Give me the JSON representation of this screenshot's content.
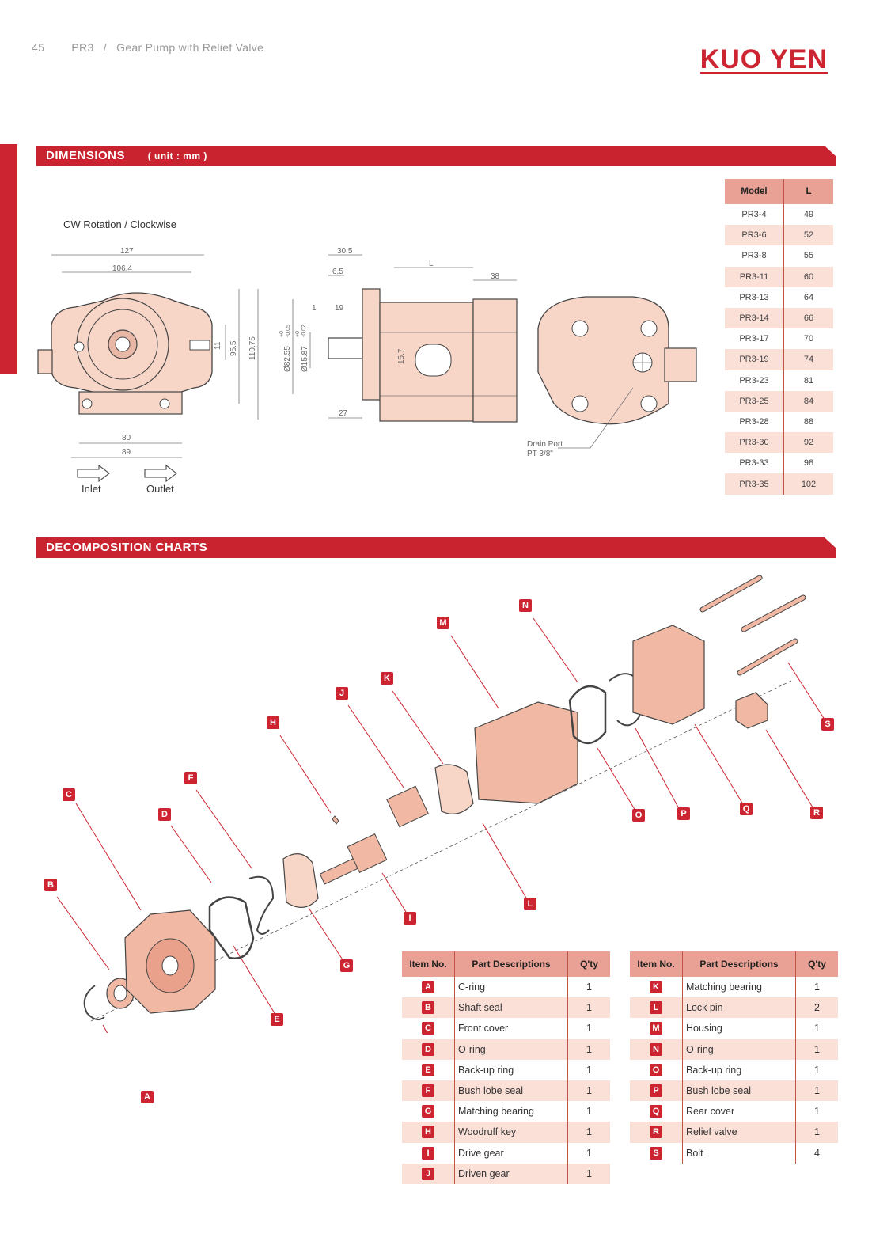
{
  "header": {
    "page_number": "45",
    "series": "PR3",
    "separator": "/",
    "title": "Gear Pump with Relief Valve",
    "logo": "KUO YEN"
  },
  "sections": {
    "dimensions": "DIMENSIONS",
    "dimensions_unit": "( unit : mm )",
    "decomposition": "DECOMPOSITION CHARTS"
  },
  "drawing": {
    "rotation": "CW Rotation / Clockwise",
    "inlet": "Inlet",
    "outlet": "Outlet",
    "drain_port": "Drain Port",
    "drain_spec": "PT 3/8\"",
    "dims": {
      "d127": "127",
      "d106_4": "106.4",
      "d80": "80",
      "d89": "89",
      "d11": "11",
      "d95_5": "95.5",
      "d110_75": "110.75",
      "d30_5": "30.5",
      "d6_5": "6.5",
      "dL": "L",
      "d38": "38",
      "d1": "1",
      "d19": "19",
      "d82_55": "Ø82.55",
      "d15_87": "Ø15.87",
      "d15_7": "15.7",
      "d27": "27",
      "tol_a_up": "+0",
      "tol_a_dn": "-0.05",
      "tol_b_up": "+0",
      "tol_b_dn": "-0.02"
    }
  },
  "model_table": {
    "headers": [
      "Model",
      "L"
    ],
    "rows": [
      [
        "PR3-4",
        "49"
      ],
      [
        "PR3-6",
        "52"
      ],
      [
        "PR3-8",
        "55"
      ],
      [
        "PR3-11",
        "60"
      ],
      [
        "PR3-13",
        "64"
      ],
      [
        "PR3-14",
        "66"
      ],
      [
        "PR3-17",
        "70"
      ],
      [
        "PR3-19",
        "74"
      ],
      [
        "PR3-23",
        "81"
      ],
      [
        "PR3-25",
        "84"
      ],
      [
        "PR3-28",
        "88"
      ],
      [
        "PR3-30",
        "92"
      ],
      [
        "PR3-33",
        "98"
      ],
      [
        "PR3-35",
        "102"
      ]
    ]
  },
  "parts_headers": [
    "Item No.",
    "Part Descriptions",
    "Q'ty"
  ],
  "parts_left": [
    {
      "item": "A",
      "desc": "C-ring",
      "qty": "1"
    },
    {
      "item": "B",
      "desc": "Shaft seal",
      "qty": "1"
    },
    {
      "item": "C",
      "desc": "Front cover",
      "qty": "1"
    },
    {
      "item": "D",
      "desc": "O-ring",
      "qty": "1"
    },
    {
      "item": "E",
      "desc": "Back-up ring",
      "qty": "1"
    },
    {
      "item": "F",
      "desc": "Bush lobe seal",
      "qty": "1"
    },
    {
      "item": "G",
      "desc": "Matching bearing",
      "qty": "1"
    },
    {
      "item": "H",
      "desc": "Woodruff key",
      "qty": "1"
    },
    {
      "item": "I",
      "desc": "Drive gear",
      "qty": "1"
    },
    {
      "item": "J",
      "desc": "Driven gear",
      "qty": "1"
    }
  ],
  "parts_right": [
    {
      "item": "K",
      "desc": "Matching bearing",
      "qty": "1"
    },
    {
      "item": "L",
      "desc": "Lock pin",
      "qty": "2"
    },
    {
      "item": "M",
      "desc": "Housing",
      "qty": "1"
    },
    {
      "item": "N",
      "desc": "O-ring",
      "qty": "1"
    },
    {
      "item": "O",
      "desc": "Back-up ring",
      "qty": "1"
    },
    {
      "item": "P",
      "desc": "Bush lobe seal",
      "qty": "1"
    },
    {
      "item": "Q",
      "desc": "Rear cover",
      "qty": "1"
    },
    {
      "item": "R",
      "desc": "Relief valve",
      "qty": "1"
    },
    {
      "item": "S",
      "desc": "Bolt",
      "qty": "4"
    }
  ],
  "callouts": [
    "A",
    "B",
    "C",
    "D",
    "E",
    "F",
    "G",
    "H",
    "I",
    "J",
    "K",
    "L",
    "M",
    "N",
    "O",
    "P",
    "Q",
    "R",
    "S"
  ],
  "colors": {
    "brand_red": "#cc2531",
    "table_header": "#e8a194",
    "row_tint": "#fbe0d8",
    "part_fill": "#f1b9a4"
  }
}
